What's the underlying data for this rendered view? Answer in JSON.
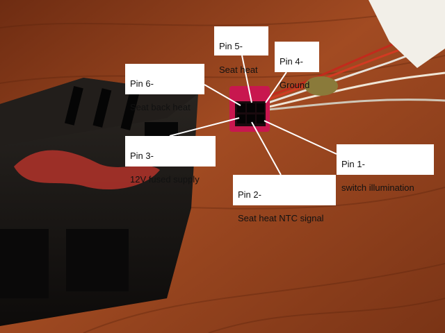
{
  "callouts": {
    "pin5": {
      "line1": "Pin 5-",
      "line2": "Seat heat"
    },
    "pin4": {
      "line1": "Pin 4-",
      "line2": "Ground"
    },
    "pin6": {
      "line1": "Pin 6-",
      "line2": "Seat back heat"
    },
    "pin3": {
      "line1": "Pin 3-",
      "line2": "12V fused supply"
    },
    "pin2": {
      "line1": "Pin 2-",
      "line2": "Seat heat NTC signal"
    },
    "pin1": {
      "line1": "Pin 1-",
      "line2": "switch illumination"
    }
  },
  "colors": {
    "wood": "#8a3f1e",
    "switch_body": "#141210",
    "connector": "#c8174f",
    "label_bg": "#ffffff",
    "leader_line": "#ffffff"
  }
}
